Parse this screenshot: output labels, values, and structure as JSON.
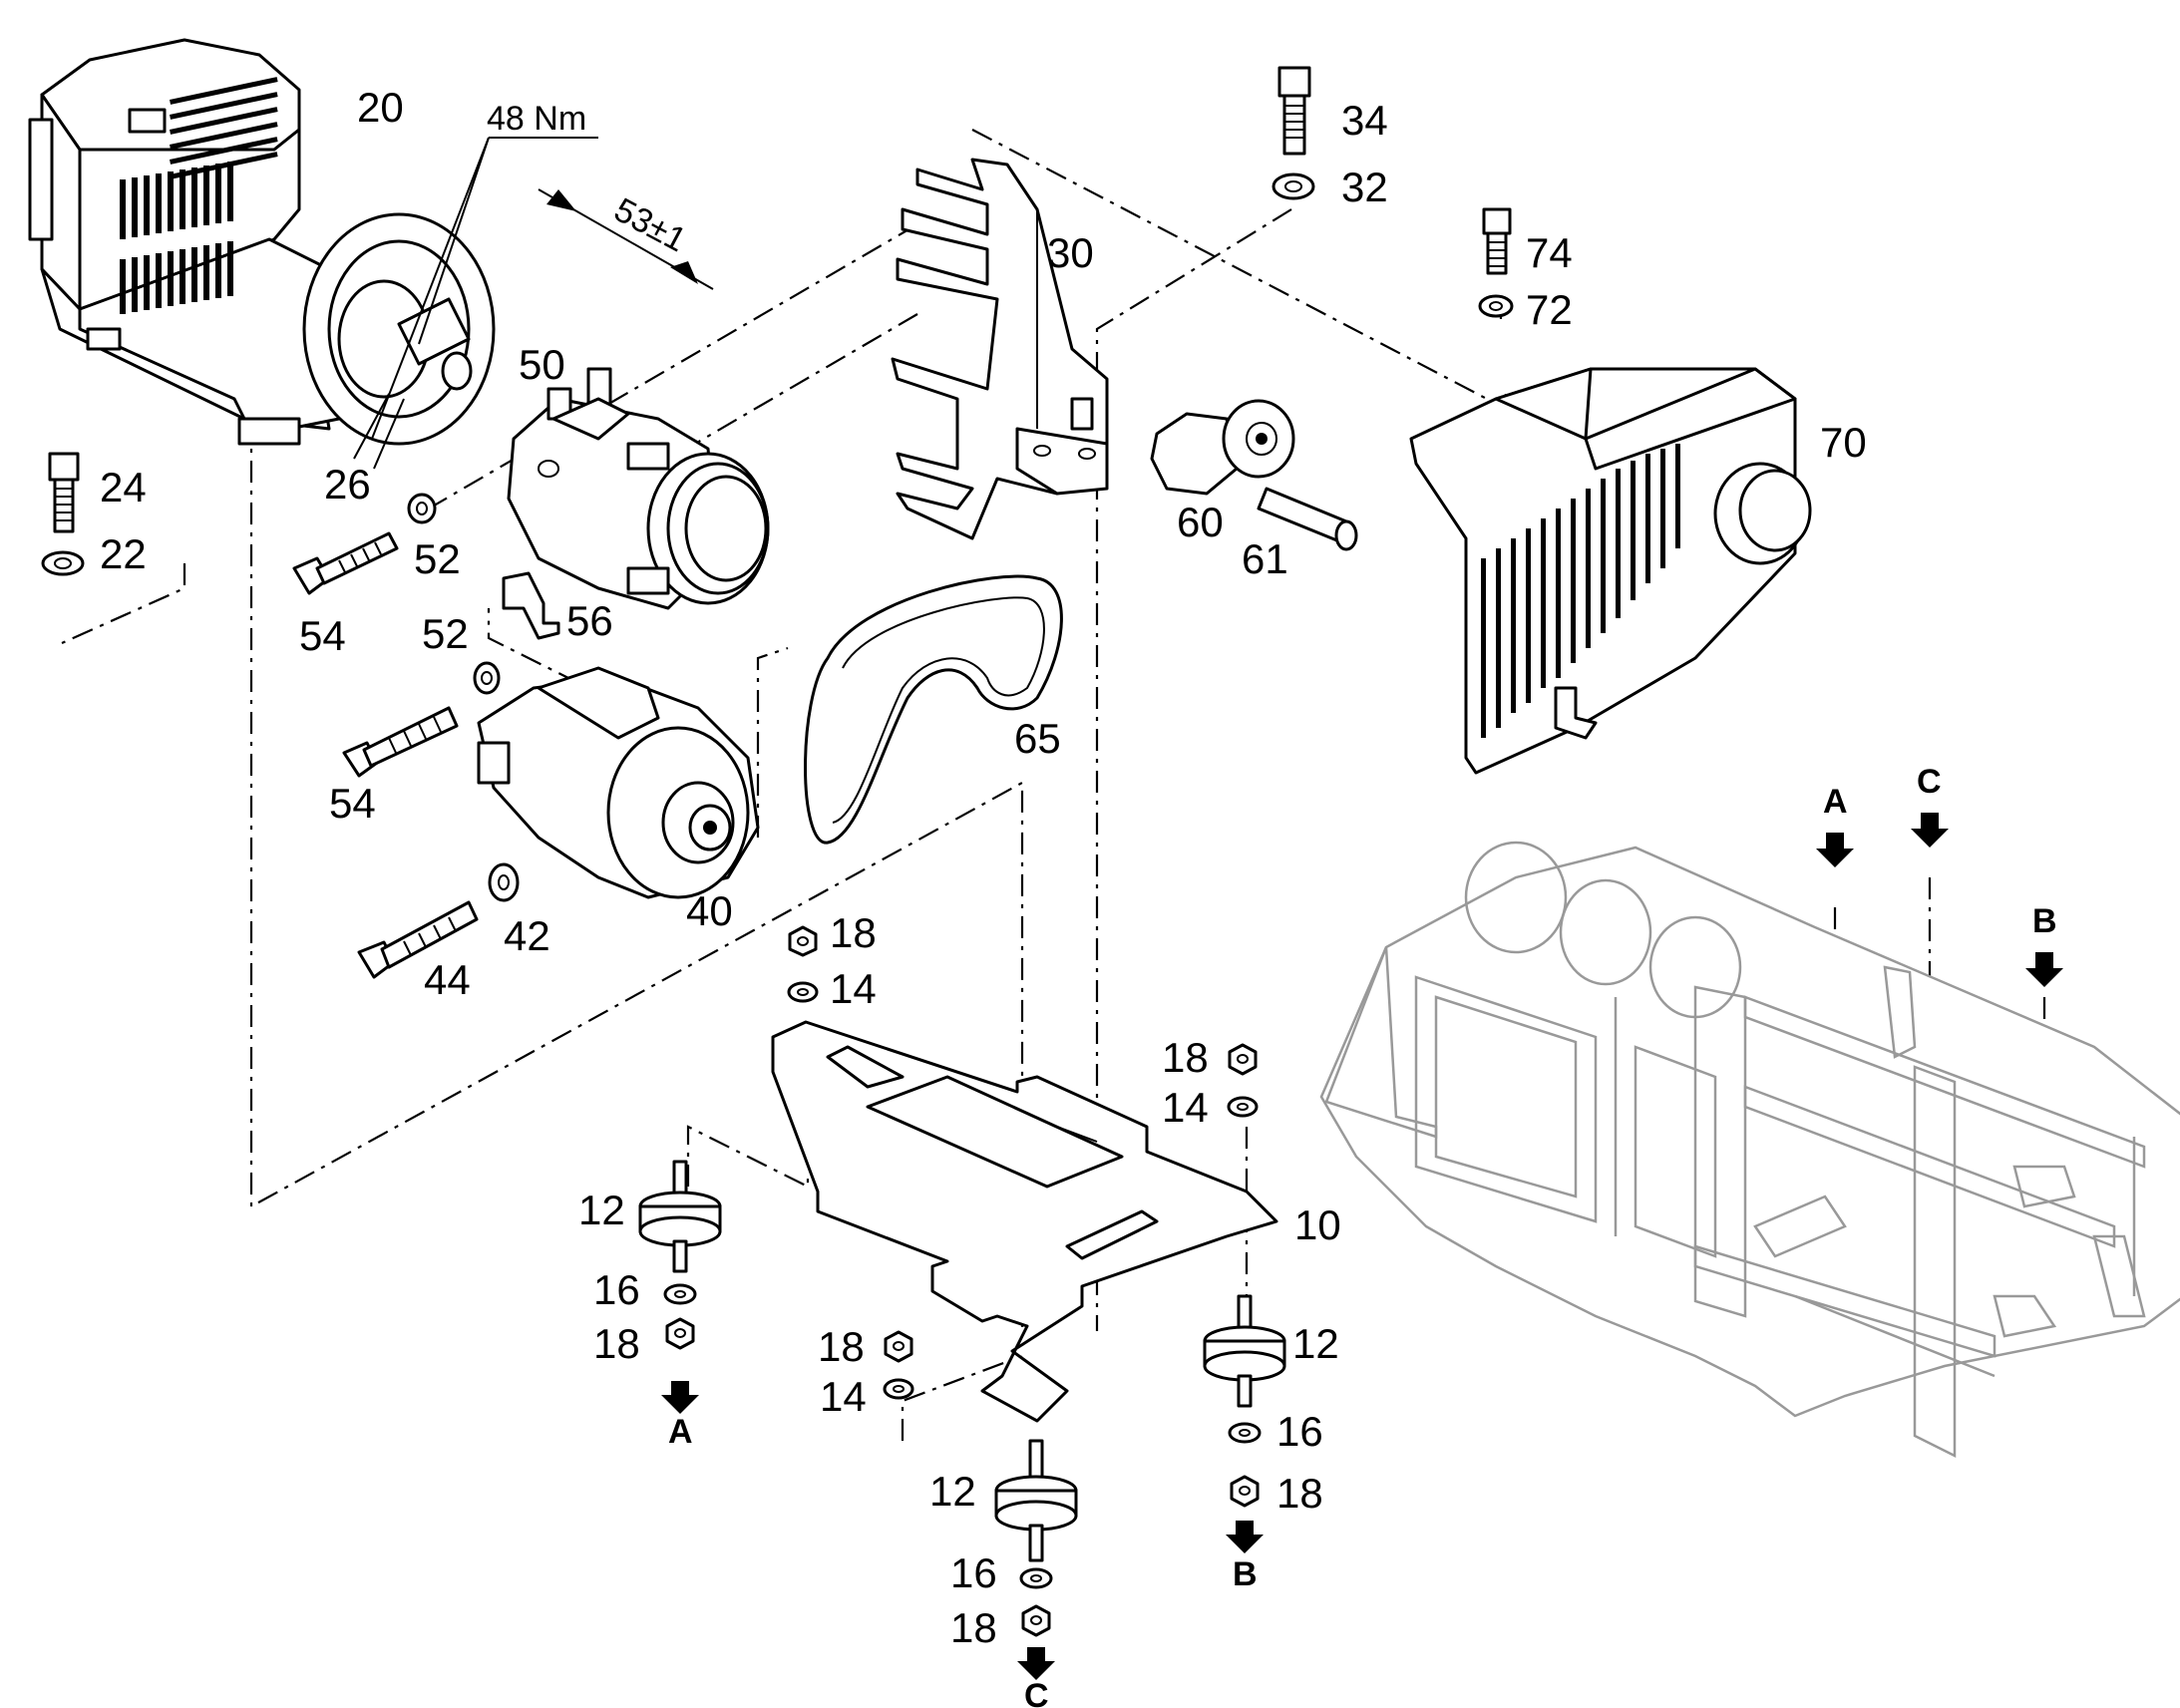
{
  "callouts": {
    "c20": "20",
    "c48nm": "48 Nm",
    "c53": "53±1",
    "c26": "26",
    "c24": "24",
    "c22": "22",
    "c34": "34",
    "c32": "32",
    "c30": "30",
    "c74": "74",
    "c72": "72",
    "c70": "70",
    "c50": "50",
    "c52a": "52",
    "c52b": "52",
    "c56": "56",
    "c54a": "54",
    "c54b": "54",
    "c60": "60",
    "c61": "61",
    "c65": "65",
    "c40": "40",
    "c42": "42",
    "c44": "44",
    "c18a": "18",
    "c14a": "14",
    "c18b": "18",
    "c14b": "14",
    "c10": "10",
    "c12a": "12",
    "c16a": "16",
    "c18c": "18",
    "c18d": "18",
    "c14c": "14",
    "c12b": "12",
    "c16b": "16",
    "c18e": "18",
    "c12c": "12",
    "c16c": "16",
    "c18f": "18"
  },
  "arrows": {
    "a_bottom": "A",
    "b_bottom": "B",
    "c_bottom": "C",
    "a_frame": "A",
    "b_frame": "B",
    "c_frame": "C"
  }
}
